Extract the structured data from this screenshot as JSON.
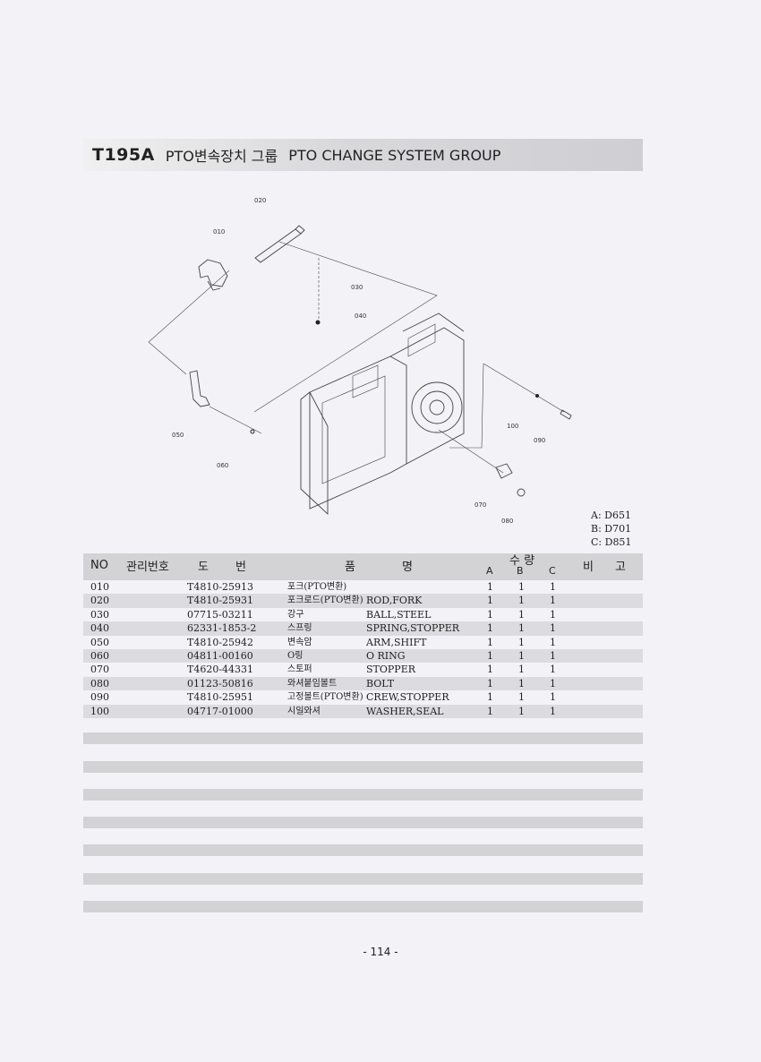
{
  "header": {
    "code": "T195A",
    "title_ko": "PTO변속장치 그룹",
    "title_en": "PTO CHANGE SYSTEM GROUP"
  },
  "diagram": {
    "callouts": [
      "010",
      "020",
      "030",
      "040",
      "050",
      "060",
      "070",
      "080",
      "090",
      "100"
    ]
  },
  "variants": [
    "A: D651",
    "B: D701",
    "C: D851"
  ],
  "table": {
    "headers": {
      "no": "NO",
      "mgmt": "관리번호",
      "drawing_1": "도",
      "drawing_2": "번",
      "name_1": "품",
      "name_2": "명",
      "qty": "수 량",
      "a": "A",
      "b": "B",
      "c": "C",
      "remark_1": "비",
      "remark_2": "고"
    },
    "rows": [
      {
        "no": "010",
        "part": "T4810-25913",
        "ko": "포크(PTO변환)",
        "en": "",
        "a": "1",
        "b": "1",
        "c": "1"
      },
      {
        "no": "020",
        "part": "T4810-25931",
        "ko": "포크로드(PTO변환)",
        "en": "ROD,FORK",
        "a": "1",
        "b": "1",
        "c": "1"
      },
      {
        "no": "030",
        "part": "07715-03211",
        "ko": "강구",
        "en": "BALL,STEEL",
        "a": "1",
        "b": "1",
        "c": "1"
      },
      {
        "no": "040",
        "part": "62331-1853-2",
        "ko": "스프링",
        "en": "SPRING,STOPPER",
        "a": "1",
        "b": "1",
        "c": "1"
      },
      {
        "no": "050",
        "part": "T4810-25942",
        "ko": "변속암",
        "en": "ARM,SHIFT",
        "a": "1",
        "b": "1",
        "c": "1"
      },
      {
        "no": "060",
        "part": "04811-00160",
        "ko": "O링",
        "en": "O RING",
        "a": "1",
        "b": "1",
        "c": "1"
      },
      {
        "no": "070",
        "part": "T4620-44331",
        "ko": "스토퍼",
        "en": "STOPPER",
        "a": "1",
        "b": "1",
        "c": "1"
      },
      {
        "no": "080",
        "part": "01123-50816",
        "ko": "와셔붙임볼트",
        "en": "BOLT",
        "a": "1",
        "b": "1",
        "c": "1"
      },
      {
        "no": "090",
        "part": "T4810-25951",
        "ko": "고정볼트(PTO변환)",
        "en": "CREW,STOPPER",
        "a": "1",
        "b": "1",
        "c": "1"
      },
      {
        "no": "100",
        "part": "04717-01000",
        "ko": "시일와셔",
        "en": "WASHER,SEAL",
        "a": "1",
        "b": "1",
        "c": "1"
      }
    ]
  },
  "page_number": "- 114 -"
}
